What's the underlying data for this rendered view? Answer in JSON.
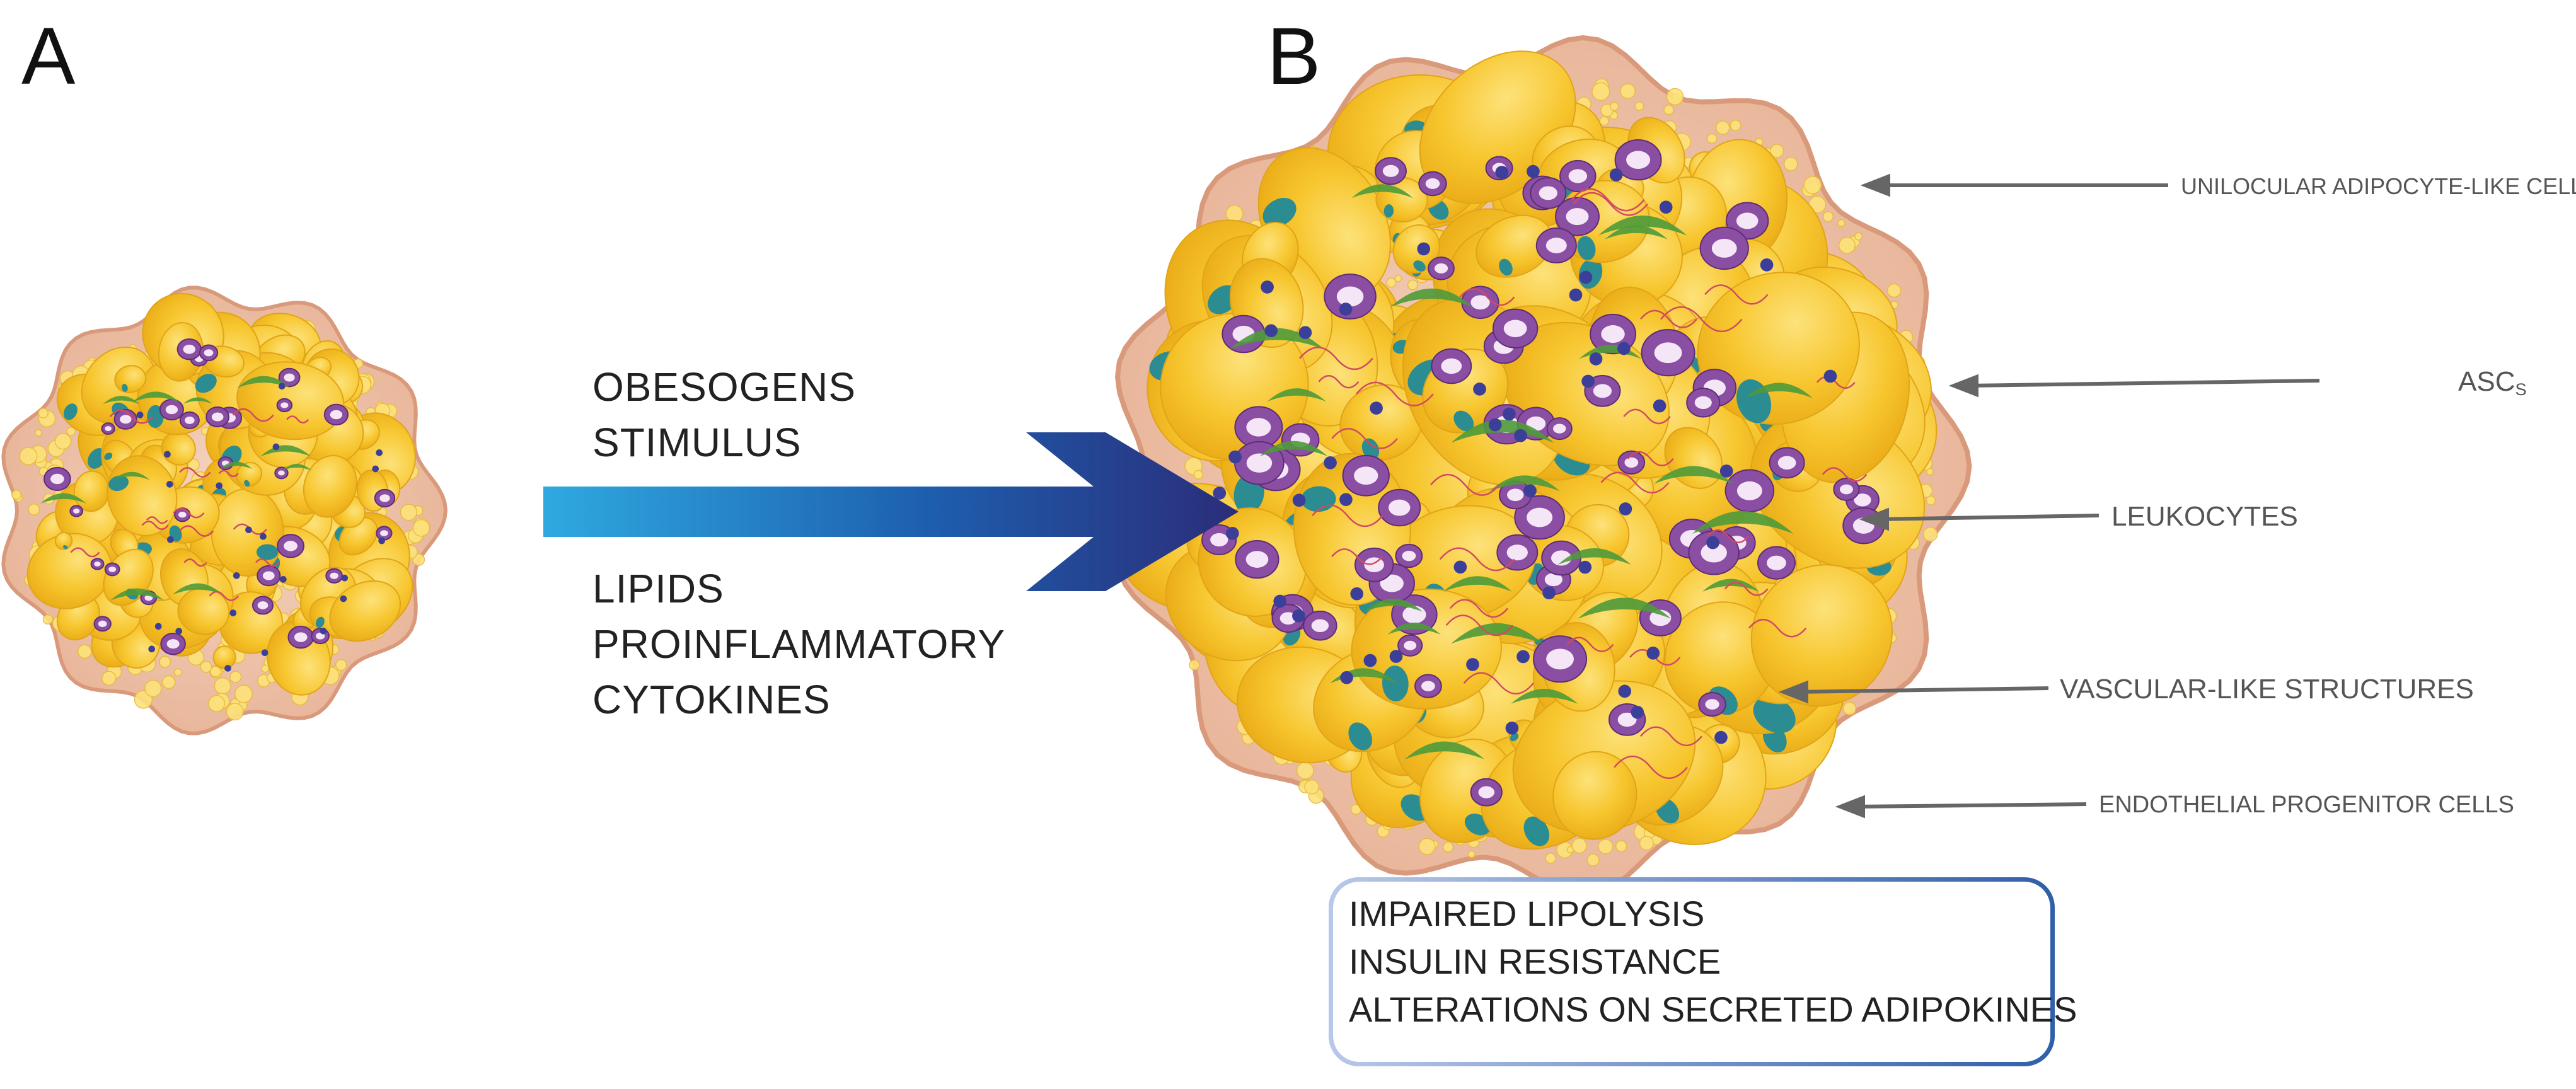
{
  "panels": {
    "a_letter": "A",
    "b_letter": "B"
  },
  "stimulus": {
    "above_arrow": [
      "OBESOGENS",
      "STIMULUS"
    ],
    "below_arrow": [
      "LIPIDS",
      "PROINFLAMMATORY",
      "CYTOKINES"
    ]
  },
  "callouts": {
    "unilocular": "UNILOCULAR ADIPOCYTE-LIKE CELLS",
    "asc_main": "ASC",
    "asc_sub": "S",
    "leukocytes": "LEUKOCYTES",
    "vascular": "VASCULAR-LIKE STRUCTURES",
    "endothelial": "ENDOTHELIAL PROGENITOR CELLS"
  },
  "outcomes": [
    "IMPAIRED LIPOLYSIS",
    "INSULIN RESISTANCE",
    "ALTERATIONS ON SECRETED ADIPOKINES"
  ],
  "colors": {
    "tissue": "#e9b9a0",
    "adipocyte": "#f6c22a",
    "adipocyte_light": "#fde27a",
    "nucleus": "#2b8c92",
    "leukocyte": "#8a4ea2",
    "asc": "#4e9a3a",
    "vessel": "#d24a62",
    "arrow_start": "#2fa9e0",
    "arrow_end": "#2b2d7a",
    "callout_line": "#666666"
  }
}
